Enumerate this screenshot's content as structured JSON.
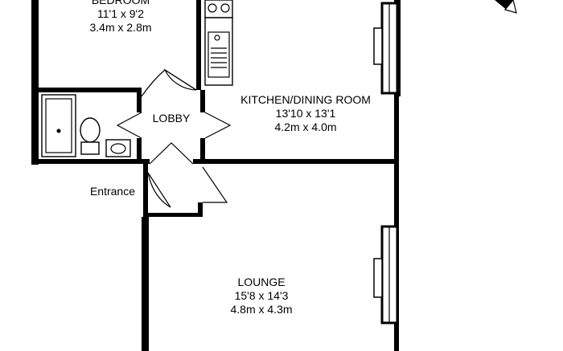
{
  "rooms": {
    "bedroom": {
      "name": "BEDROOM",
      "imperial": "11'1 x 9'2",
      "metric": "3.4m x 2.8m"
    },
    "lobby": {
      "name": "LOBBY"
    },
    "kitchen": {
      "name": "KITCHEN/DINING ROOM",
      "imperial": "13'10 x 13'1",
      "metric": "4.2m x 4.0m"
    },
    "entrance": {
      "name": "Entrance"
    },
    "lounge": {
      "name": "LOUNGE",
      "imperial": "15'8 x 14'3",
      "metric": "4.8m x 4.3m"
    }
  },
  "colors": {
    "wall": "#000000",
    "background": "#ffffff"
  },
  "icons": {
    "compass": "north-arrow-icon"
  }
}
